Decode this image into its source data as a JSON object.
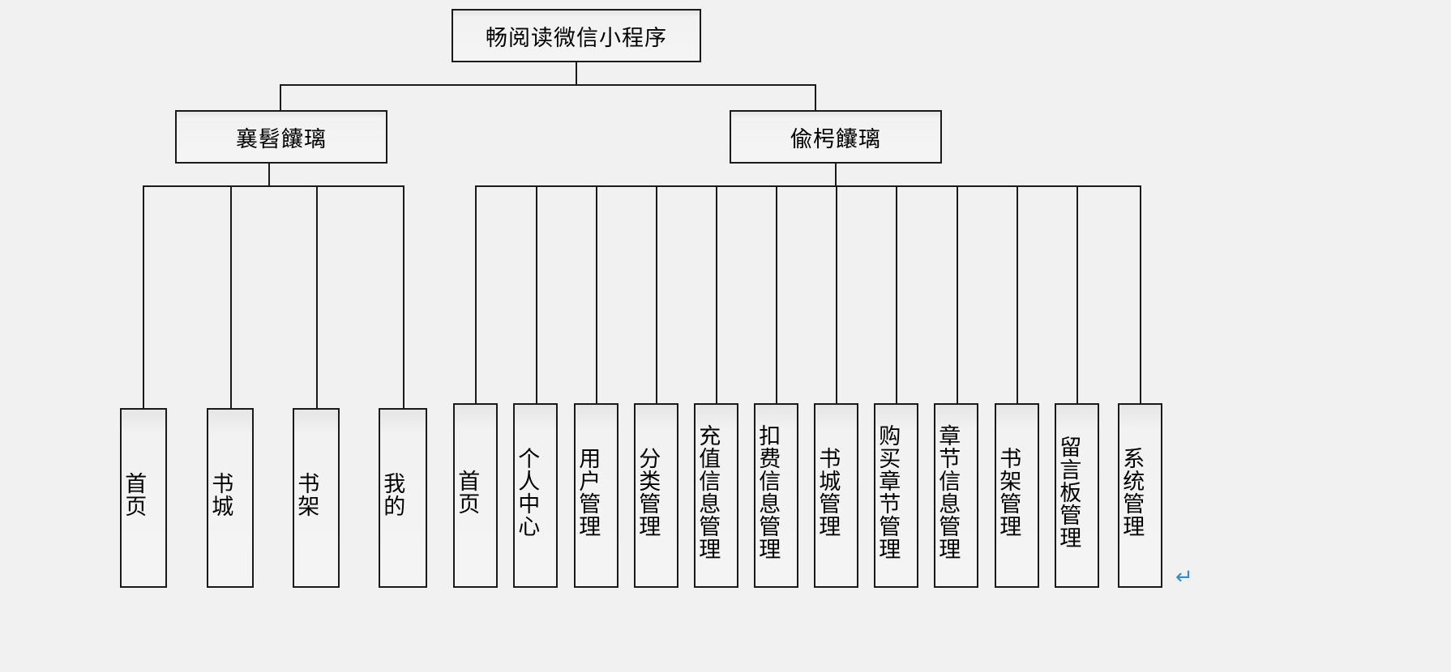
{
  "diagram": {
    "type": "tree",
    "title_node": {
      "label": "畅阅读微信小程序"
    },
    "level2": [
      {
        "label": "襄髫饢璃",
        "note": "garbled-glyph-text-left"
      },
      {
        "label": "偸枵饢璃",
        "note": "garbled-glyph-text-right"
      }
    ],
    "leaves_left": [
      {
        "label": "首页"
      },
      {
        "label": "书城"
      },
      {
        "label": "书架"
      },
      {
        "label": "我的"
      }
    ],
    "leaves_right": [
      {
        "label": "首页"
      },
      {
        "label": "个人中心"
      },
      {
        "label": "用户管理"
      },
      {
        "label": "分类管理"
      },
      {
        "label": "充值信息管理"
      },
      {
        "label": "扣费信息管理"
      },
      {
        "label": "书城管理"
      },
      {
        "label": "购买章节管理"
      },
      {
        "label": "章节信息管理"
      },
      {
        "label": "书架管理"
      },
      {
        "label": "留言板管理"
      },
      {
        "label": "系统管理"
      }
    ],
    "return_mark": {
      "glyph": "↵"
    },
    "colors": {
      "background": "#f1f1f1",
      "box_fill": "#f4f4f4",
      "box_border": "#1a1a1a",
      "text": "#000000",
      "return_mark": "#2e8bd6"
    }
  }
}
